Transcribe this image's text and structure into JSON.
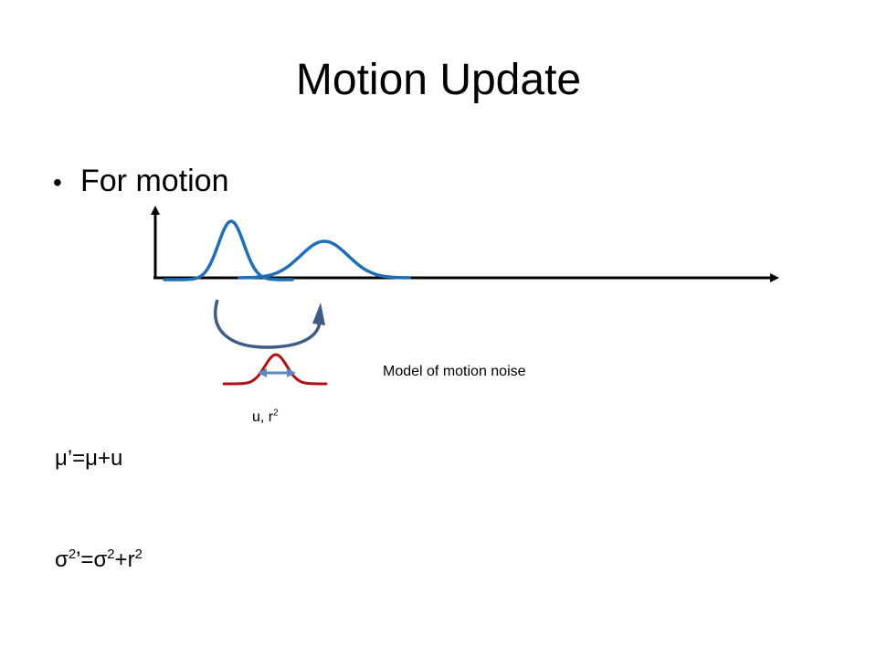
{
  "slide": {
    "title": "Motion Update",
    "bullet": "For motion",
    "noise_caption": "Model of motion noise",
    "params_label": {
      "base": "u, r",
      "sup": "2"
    },
    "equation_mean": "μ’=μ+u",
    "equation_variance": {
      "sigma1": "σ",
      "sup1": "2",
      "mid": "’=σ",
      "sup2": "2",
      "plus": "+r",
      "sup3": "2"
    }
  },
  "colors": {
    "axis": "#000000",
    "prior_curve": "#1f6fb8",
    "noise_curve": "#b01010",
    "arc_arrow": "#3e5c86",
    "shift_arrow": "#5a8ac6"
  }
}
